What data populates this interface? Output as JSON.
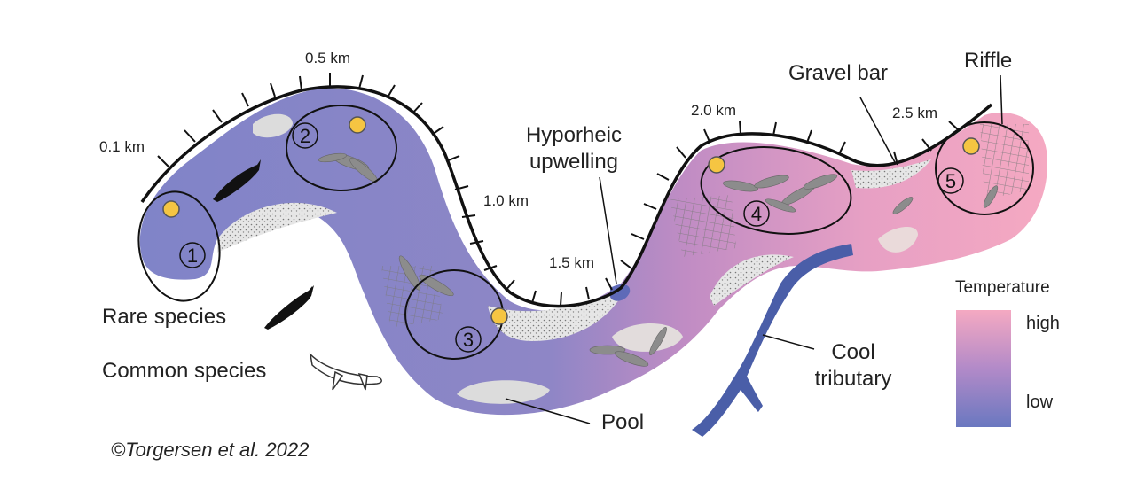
{
  "km_markers": [
    "0.1 km",
    "0.5 km",
    "1.0 km",
    "1.5 km",
    "2.0 km",
    "2.5 km"
  ],
  "site_numbers": [
    "1",
    "2",
    "3",
    "4",
    "5"
  ],
  "labels": {
    "hyporheic": [
      "Hyporheic",
      "upwelling"
    ],
    "gravel_bar": "Gravel bar",
    "riffle": "Riffle",
    "pool": "Pool",
    "cool_tributary": [
      "Cool",
      "tributary"
    ],
    "rare_species": "Rare species",
    "common_species": "Common species"
  },
  "legend": {
    "title": "Temperature",
    "high": "high",
    "low": "low"
  },
  "credit": "©Torgersen et al. 2022",
  "colors": {
    "cool": "#7479c0",
    "mid": "#b088c0",
    "warm": "#f2a6c0",
    "tributary": "#4a5ea8",
    "marker": "#f5c542",
    "fish_common": "#8c8c8c",
    "fish_rare": "#111111",
    "gravel": "#d8d8d8"
  }
}
